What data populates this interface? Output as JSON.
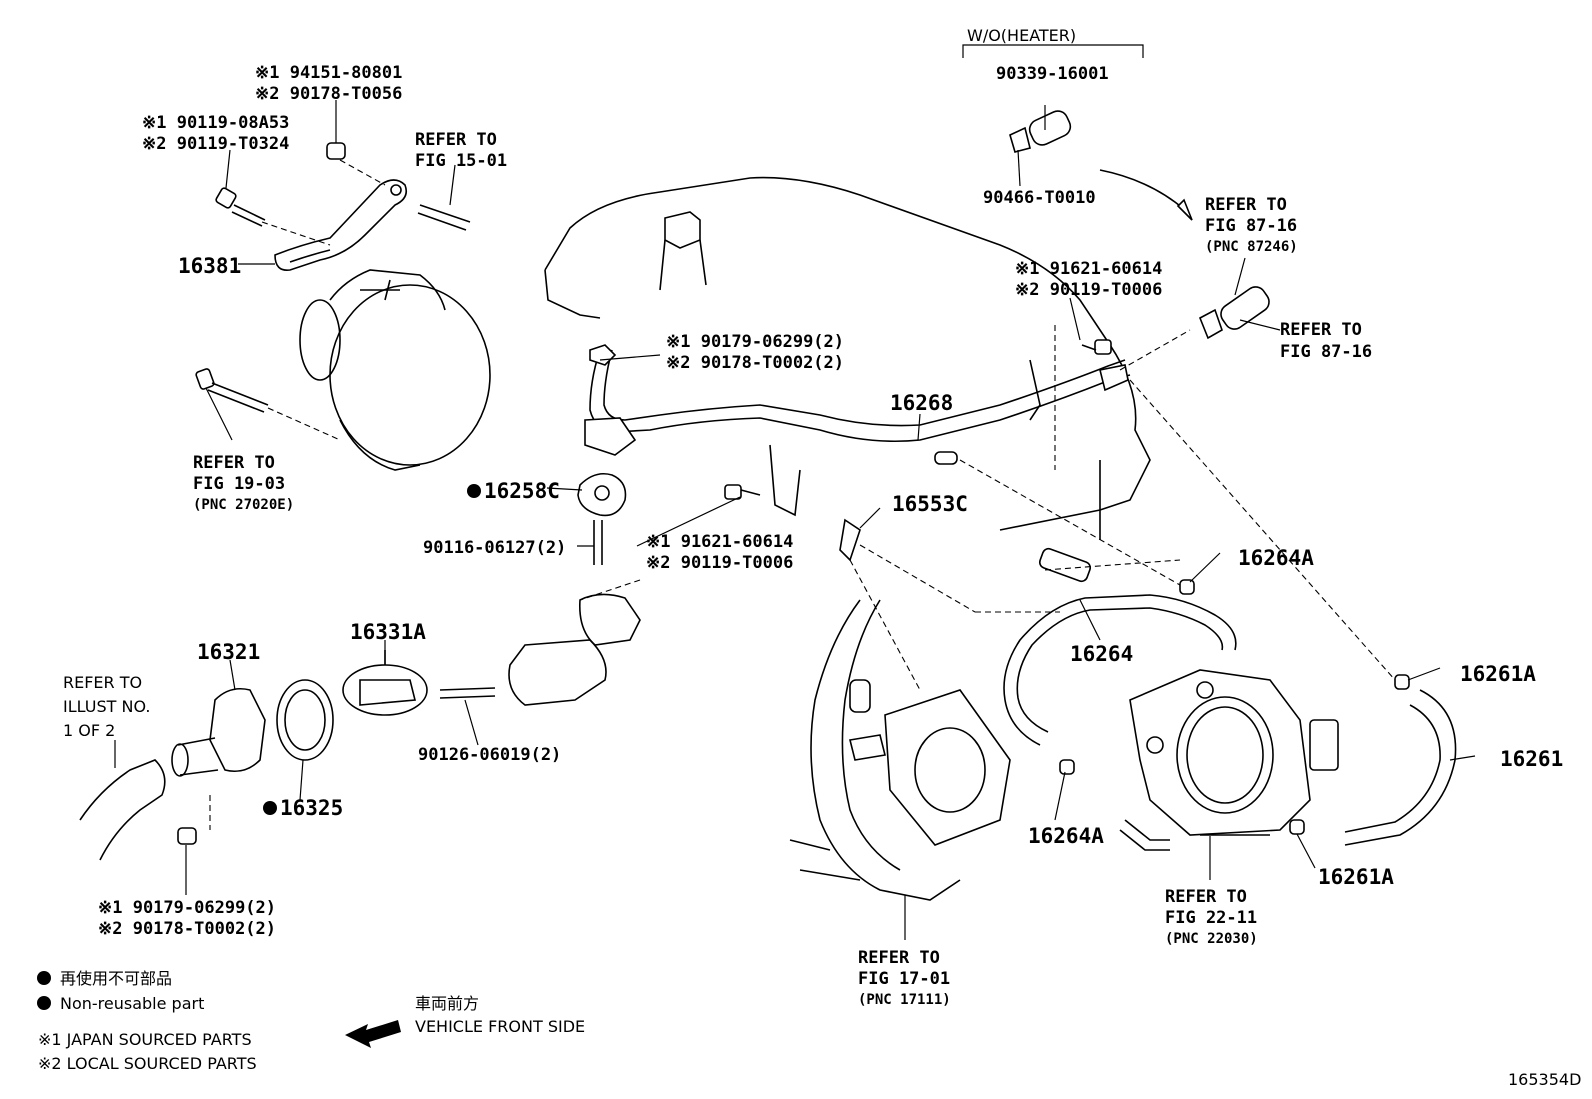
{
  "heater_group": {
    "title": "W/O(HEATER)",
    "hose": "90339-16001",
    "clip": "90466-T0010"
  },
  "refer": {
    "fig_15_01_a": "REFER TO",
    "fig_15_01_b": "FIG 15-01",
    "fig_87_16a_a": "REFER TO",
    "fig_87_16a_b": "FIG 87-16",
    "fig_87_16a_c": "(PNC 87246)",
    "fig_87_16b_a": "REFER TO",
    "fig_87_16b_b": "FIG 87-16",
    "fig_19_03_a": "REFER TO",
    "fig_19_03_b": "FIG 19-03",
    "fig_19_03_c": "(PNC 27020E)",
    "illust_a": "REFER TO",
    "illust_b": "ILLUST NO.",
    "illust_c": "1 OF 2",
    "fig_22_11_a": "REFER TO",
    "fig_22_11_b": "FIG 22-11",
    "fig_22_11_c": "(PNC 22030)",
    "fig_17_01_a": "REFER TO",
    "fig_17_01_b": "FIG 17-01",
    "fig_17_01_c": "(PNC 17111)"
  },
  "parts": {
    "p16381": "16381",
    "p16268": "16268",
    "p16258c": "16258C",
    "p16553c": "16553C",
    "p16264a_top": "16264A",
    "p16264": "16264",
    "p16261a_top": "16261A",
    "p16261": "16261",
    "p16264a_bot": "16264A",
    "p16261a_bot": "16261A",
    "p16321": "16321",
    "p16331a": "16331A",
    "p16325": "16325",
    "p90116": "90116-06127(2)",
    "p90126": "90126-06019(2)"
  },
  "dual_parts": {
    "nut_top_1": "※1 94151-80801",
    "nut_top_2": "※2 90178-T0056",
    "bolt_left_1": "※1 90119-08A53",
    "bolt_left_2": "※2 90119-T0324",
    "nut_mid_1": "※1 90179-06299(2)",
    "nut_mid_2": "※2 90178-T0002(2)",
    "bolt_right_1": "※1 91621-60614",
    "bolt_right_2": "※2 90119-T0006",
    "bolt_center_1": "※1 91621-60614",
    "bolt_center_2": "※2 90119-T0006",
    "nut_low_1": "※1 90179-06299(2)",
    "nut_low_2": "※2 90178-T0002(2)"
  },
  "legend": {
    "nonreuse_jp": "再使用不可部品",
    "nonreuse_en": "Non-reusable part",
    "front_jp": "車両前方",
    "front_en": "VEHICLE FRONT SIDE",
    "note1": "※1 JAPAN SOURCED PARTS",
    "note2": "※2 LOCAL SOURCED PARTS"
  },
  "figure_id": "165354D"
}
